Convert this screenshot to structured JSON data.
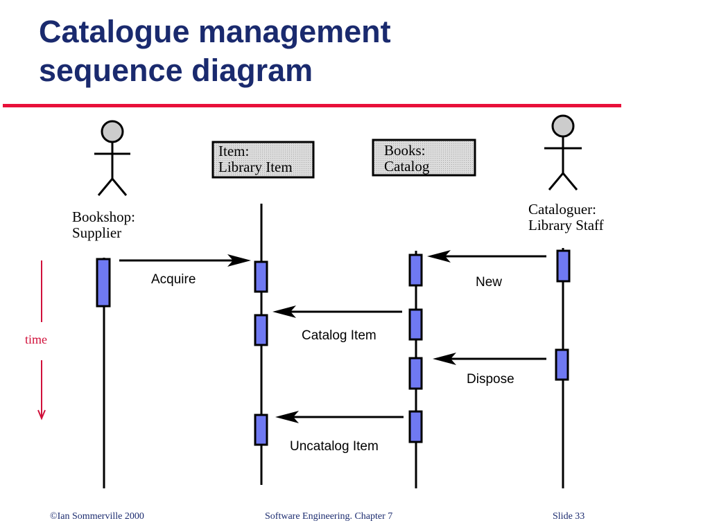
{
  "slide": {
    "title_line1": "Catalogue management",
    "title_line2": "sequence diagram",
    "footer_left": "©Ian Sommerville 2000",
    "footer_center": "Software Engineering. Chapter 7",
    "footer_right": "Slide  33"
  },
  "diagram": {
    "objects": [
      {
        "line1": "Bookshop:",
        "line2": "Supplier"
      },
      {
        "line1": "Item:",
        "line2": "Library Item"
      },
      {
        "line1": "Books:",
        "line2": "Catalog"
      },
      {
        "line1": "Cataloguer:",
        "line2": "Library Staff"
      }
    ],
    "messages": [
      {
        "label": "Acquire"
      },
      {
        "label": "New"
      },
      {
        "label": "Catalog Item"
      },
      {
        "label": "Dispose"
      },
      {
        "label": "Uncatalog Item"
      }
    ],
    "time_label": "time",
    "colors": {
      "title": "#1a2a6e",
      "rule": "#e8103a",
      "activation": "#6f79f2",
      "box_fill": "#dcdcdc",
      "actor_head": "#cccccc",
      "time_arrow": "#d0103a"
    }
  }
}
